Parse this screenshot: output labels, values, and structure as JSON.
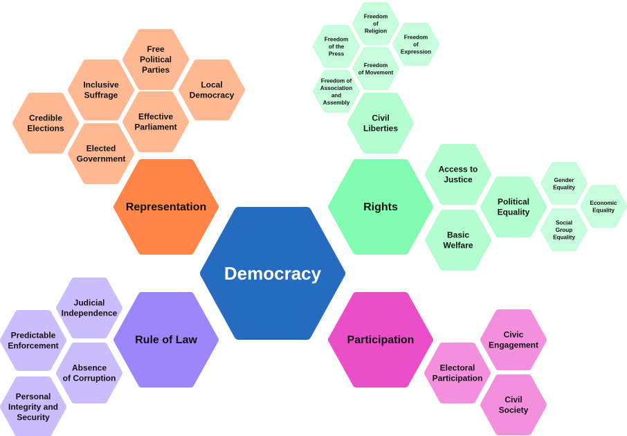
{
  "title": "Democracy",
  "colors": {
    "root": "#256bbf",
    "representation": "#ff8646",
    "representation_light": "#ffb992",
    "rights": "#80fbb0",
    "rights_light": "#b3fdcf",
    "rights_lighter": "#c6fddd",
    "rule_of_law": "#9d85fb",
    "rule_of_law_light": "#cbbdfc",
    "participation": "#ec4ec9",
    "participation_light": "#f290dd",
    "text_dark": "#111111",
    "text_light": "#ffffff"
  },
  "nodes": [
    {
      "id": "democracy",
      "lines": [
        "Democracy"
      ],
      "color": "#256bbf",
      "text": "#ffffff",
      "level": 0
    },
    {
      "id": "representation",
      "lines": [
        "Representation"
      ],
      "color": "#ff8646",
      "text": "#111111",
      "level": 1
    },
    {
      "id": "rights",
      "lines": [
        "Rights"
      ],
      "color": "#80fbb0",
      "text": "#111111",
      "level": 1
    },
    {
      "id": "rule-of-law",
      "lines": [
        "Rule of Law"
      ],
      "color": "#9d85fb",
      "text": "#111111",
      "level": 1
    },
    {
      "id": "participation",
      "lines": [
        "Participation"
      ],
      "color": "#ec4ec9",
      "text": "#111111",
      "level": 1
    },
    {
      "id": "credible-elections",
      "lines": [
        "Credible",
        "Elections"
      ],
      "color": "#ffb992",
      "text": "#111111",
      "level": 2
    },
    {
      "id": "inclusive-suffrage",
      "lines": [
        "Inclusive",
        "Suffrage"
      ],
      "color": "#ffb992",
      "text": "#111111",
      "level": 2
    },
    {
      "id": "free-political-parties",
      "lines": [
        "Free",
        "Political",
        "Parties"
      ],
      "color": "#ffb992",
      "text": "#111111",
      "level": 2
    },
    {
      "id": "local-democracy",
      "lines": [
        "Local",
        "Democracy"
      ],
      "color": "#ffb992",
      "text": "#111111",
      "level": 2
    },
    {
      "id": "effective-parliament",
      "lines": [
        "Effective",
        "Parliament"
      ],
      "color": "#ffb992",
      "text": "#111111",
      "level": 2
    },
    {
      "id": "elected-government",
      "lines": [
        "Elected",
        "Government"
      ],
      "color": "#ffb992",
      "text": "#111111",
      "level": 2
    },
    {
      "id": "civil-liberties",
      "lines": [
        "Civil",
        "Liberties"
      ],
      "color": "#b3fdcf",
      "text": "#111111",
      "level": 2
    },
    {
      "id": "access-to-justice",
      "lines": [
        "Access to",
        "Justice"
      ],
      "color": "#b3fdcf",
      "text": "#111111",
      "level": 2
    },
    {
      "id": "political-equality",
      "lines": [
        "Political",
        "Equality"
      ],
      "color": "#b3fdcf",
      "text": "#111111",
      "level": 2
    },
    {
      "id": "basic-welfare",
      "lines": [
        "Basic",
        "Welfare"
      ],
      "color": "#b3fdcf",
      "text": "#111111",
      "level": 2
    },
    {
      "id": "freedom-of-religion",
      "lines": [
        "Freedom",
        "of",
        "Religion"
      ],
      "color": "#c6fddd",
      "text": "#111111",
      "level": 3
    },
    {
      "id": "freedom-of-expression",
      "lines": [
        "Freedom",
        "of",
        "Expression"
      ],
      "color": "#c6fddd",
      "text": "#111111",
      "level": 3
    },
    {
      "id": "freedom-of-the-press",
      "lines": [
        "Freedom",
        "of the",
        "Press"
      ],
      "color": "#c6fddd",
      "text": "#111111",
      "level": 3
    },
    {
      "id": "freedom-of-movement",
      "lines": [
        "Freedom",
        "of Movement"
      ],
      "color": "#c6fddd",
      "text": "#111111",
      "level": 3
    },
    {
      "id": "freedom-of-association",
      "lines": [
        "Freedom of",
        "Association",
        "and",
        "Assembly"
      ],
      "color": "#c6fddd",
      "text": "#111111",
      "level": 3
    },
    {
      "id": "gender-equality",
      "lines": [
        "Gender",
        "Equality"
      ],
      "color": "#c6fddd",
      "text": "#111111",
      "level": 3
    },
    {
      "id": "economic-equality",
      "lines": [
        "Economic",
        "Equality"
      ],
      "color": "#c6fddd",
      "text": "#111111",
      "level": 3
    },
    {
      "id": "social-group-equality",
      "lines": [
        "Social",
        "Group",
        "Equality"
      ],
      "color": "#c6fddd",
      "text": "#111111",
      "level": 3
    },
    {
      "id": "judicial-independence",
      "lines": [
        "Judicial",
        "Independence"
      ],
      "color": "#cbbdfc",
      "text": "#111111",
      "level": 2
    },
    {
      "id": "predictable-enforcement",
      "lines": [
        "Predictable",
        "Enforcement"
      ],
      "color": "#cbbdfc",
      "text": "#111111",
      "level": 2
    },
    {
      "id": "absence-of-corruption",
      "lines": [
        "Absence",
        "of Corruption"
      ],
      "color": "#cbbdfc",
      "text": "#111111",
      "level": 2
    },
    {
      "id": "personal-integrity",
      "lines": [
        "Personal",
        "Integrity and",
        "Security"
      ],
      "color": "#cbbdfc",
      "text": "#111111",
      "level": 2
    },
    {
      "id": "civic-engagement",
      "lines": [
        "Civic",
        "Engagement"
      ],
      "color": "#f290dd",
      "text": "#111111",
      "level": 2
    },
    {
      "id": "electoral-participation",
      "lines": [
        "Electoral",
        "Participation"
      ],
      "color": "#f290dd",
      "text": "#111111",
      "level": 2
    },
    {
      "id": "civil-society",
      "lines": [
        "Civil",
        "Society"
      ],
      "color": "#f290dd",
      "text": "#111111",
      "level": 2
    }
  ]
}
